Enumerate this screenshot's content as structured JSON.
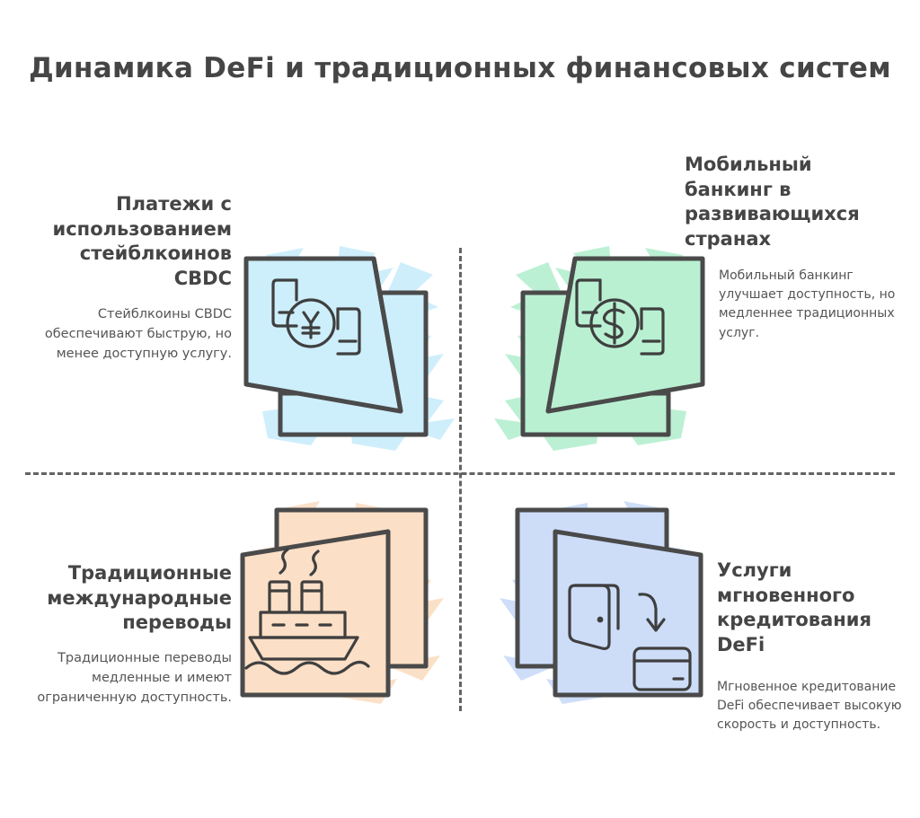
{
  "page": {
    "title": "Динамика DeFi и традиционных финансовых систем",
    "background_color": "#ffffff",
    "ink_color": "#4a4a4a"
  },
  "divider": {
    "style": "dashed-cross",
    "color": "#4a4a4a"
  },
  "quadrants": [
    {
      "id": "top-left",
      "heading": "Платежи с использованием стейблкоинов CBDC",
      "body": "Стейблкоины CBDC обеспечивают быструю, но менее доступную услугу.",
      "align": "right",
      "accent_color": "#cdeefb",
      "icon": "phones-yen-exchange-icon",
      "currency_symbol": "¥"
    },
    {
      "id": "top-right",
      "heading": "Мобильный банкинг в развивающихся странах",
      "body": "Мобильный банкинг улучшает доступность, но медленнее традиционных услуг.",
      "align": "left",
      "accent_color": "#b9f0d2",
      "icon": "phones-dollar-exchange-icon",
      "currency_symbol": "$"
    },
    {
      "id": "bottom-left",
      "heading": "Традиционные международные переводы",
      "body": "Традиционные переводы медленные и имеют ограниченную доступность.",
      "align": "right",
      "accent_color": "#fbdfc6",
      "icon": "steamship-icon"
    },
    {
      "id": "bottom-right",
      "heading": "Услуги мгновенного кредитования DeFi",
      "body": "Мгновенное кредитование DeFi обеспечивает высокую скорость и доступность.",
      "align": "left",
      "accent_color": "#cdddf8",
      "icon": "wallet-to-card-icon"
    }
  ]
}
